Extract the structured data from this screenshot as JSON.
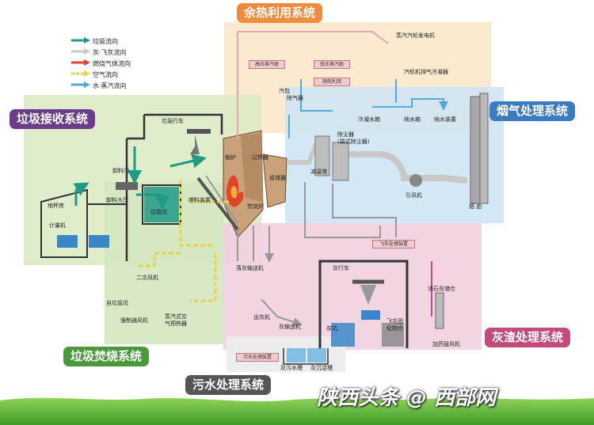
{
  "legend": [
    {
      "label": "垃圾流向",
      "color": "#1f9a86"
    },
    {
      "label": "灰·飞灰流向",
      "color": "#c8c8c8"
    },
    {
      "label": "燃烧气体流向",
      "color": "#e0452a"
    },
    {
      "label": "空气流向",
      "color": "#e8d44a"
    },
    {
      "label": "水·蒸汽流向",
      "color": "#52a9dc"
    }
  ],
  "systems": {
    "waste_heat": "余热利用系统",
    "receiving": "垃圾接收系统",
    "flue_gas": "烟气处理系统",
    "incineration": "垃圾焚烧系统",
    "ash": "灰渣处理系统",
    "sewage": "污水处理系统"
  },
  "colors": {
    "waste_heat": "#f08a3c",
    "receiving": "#6b3c88",
    "flue_gas": "#3a7cbf",
    "incineration": "#4a9a3c",
    "ash": "#c24a7c",
    "sewage": "#555555"
  },
  "components": {
    "high_pressure_header": "高压蒸汽联",
    "low_pressure_header": "低压蒸汽联",
    "steam_generator": "蒸汽汽轮发电机",
    "turbine_condenser": "汽轮机排气冷凝器",
    "preheater": "预热利用",
    "drum": "汽包",
    "deaerator": "除气器",
    "condensate_tank": "冷凝水箱",
    "pure_water_tank": "纯水箱",
    "pure_water_plant": "纯水装置",
    "boiler": "锅炉",
    "superheater": "过热器",
    "economizer": "省煤器",
    "incinerator": "焚烧炉",
    "dust_collector": "除尘器\n(袋式除尘器)",
    "cooling_tower": "减温塔",
    "induced_fan": "引风机",
    "chimney": "烟 囱",
    "crane": "垃圾行车",
    "unloading_door": "卸料门",
    "unloading_hall": "卸料大厅",
    "waste_pit": "垃圾坑",
    "feeder": "喂料装置",
    "weighbridge_room": "地秤房",
    "weighbridge": "计量机",
    "secondary_fan": "二次风机",
    "pit_fan": "自垃圾坑",
    "forced_fan": "强制通风机",
    "steam_air_heater": "蒸汽式空\n气预热器",
    "ash_conveyor_small": "落灰输送机",
    "fly_ash_plant": "飞灰处理装置",
    "slag_crane": "灰行车",
    "slag_out": "出灰机",
    "ash_conveyor": "灰输送机",
    "ash_pit": "灰坑",
    "fly_ash_solidify": "飞灰固\n化物仓",
    "lime_silo": "消石灰储仓",
    "dosing_fan": "加药鼓风机",
    "sewage_plant": "污水处理装置",
    "ash_sump": "灰污水槽",
    "settling_tank": "灰沉淀槽"
  },
  "watermark": "陕西头条 @ 西部网"
}
